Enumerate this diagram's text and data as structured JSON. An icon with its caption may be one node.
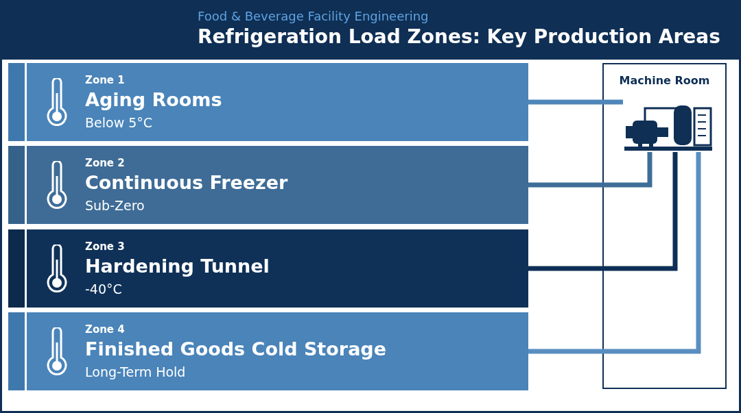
{
  "diagram": {
    "title": "Refrigeration Load Zones: Key Production Areas",
    "nodes": [
      {
        "text": [
          "Zone 1",
          "Aging Rooms",
          "Below 5°C"
        ]
      },
      {
        "text": [
          "Zone 2",
          "Continuous Freezer",
          "Sub-Zero"
        ]
      },
      {
        "text": [
          "Zone 3",
          "Hardening Tunnel",
          "-40°C"
        ]
      },
      {
        "text": [
          "Zone 4",
          "Finished Goods Cold Storage",
          "Long-Term Hold"
        ]
      },
      {
        "text": [
          "Machine Room"
        ]
      },
      {
        "text": [],
        "shape": "picture",
        "in": 4
      }
    ],
    "edges": [
      {
        "from": 0,
        "to": 5,
        "arrow": "none",
        "color": "#4f86b9"
      },
      {
        "from": 1,
        "to": 5,
        "arrow": "none",
        "color": "#3e6e98"
      },
      {
        "from": 2,
        "to": 5,
        "arrow": "none",
        "color": "#0e2f56"
      },
      {
        "from": 3,
        "to": 5,
        "arrow": "none",
        "color": "#5a8ec2"
      }
    ],
    "labels": [
      "Food & Beverage Facility Engineering"
    ]
  }
}
